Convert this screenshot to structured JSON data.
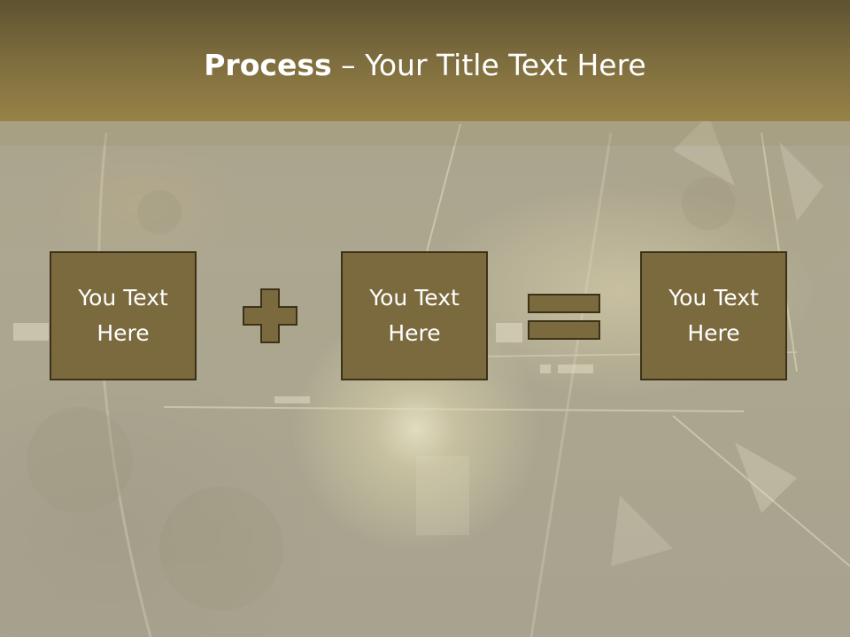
{
  "slide": {
    "title_bold": "Process",
    "title_separator": " – ",
    "title_rest": "Your Title Text Here",
    "boxes": [
      {
        "text": "You Text Here"
      },
      {
        "text": "You Text Here"
      },
      {
        "text": "You Text Here"
      }
    ],
    "operators": [
      "plus-icon",
      "equals-icon"
    ]
  },
  "colors": {
    "header": "#7e6d3e",
    "box_fill": "#7b6a3e",
    "box_border": "#3c3218",
    "text": "#ffffff"
  }
}
